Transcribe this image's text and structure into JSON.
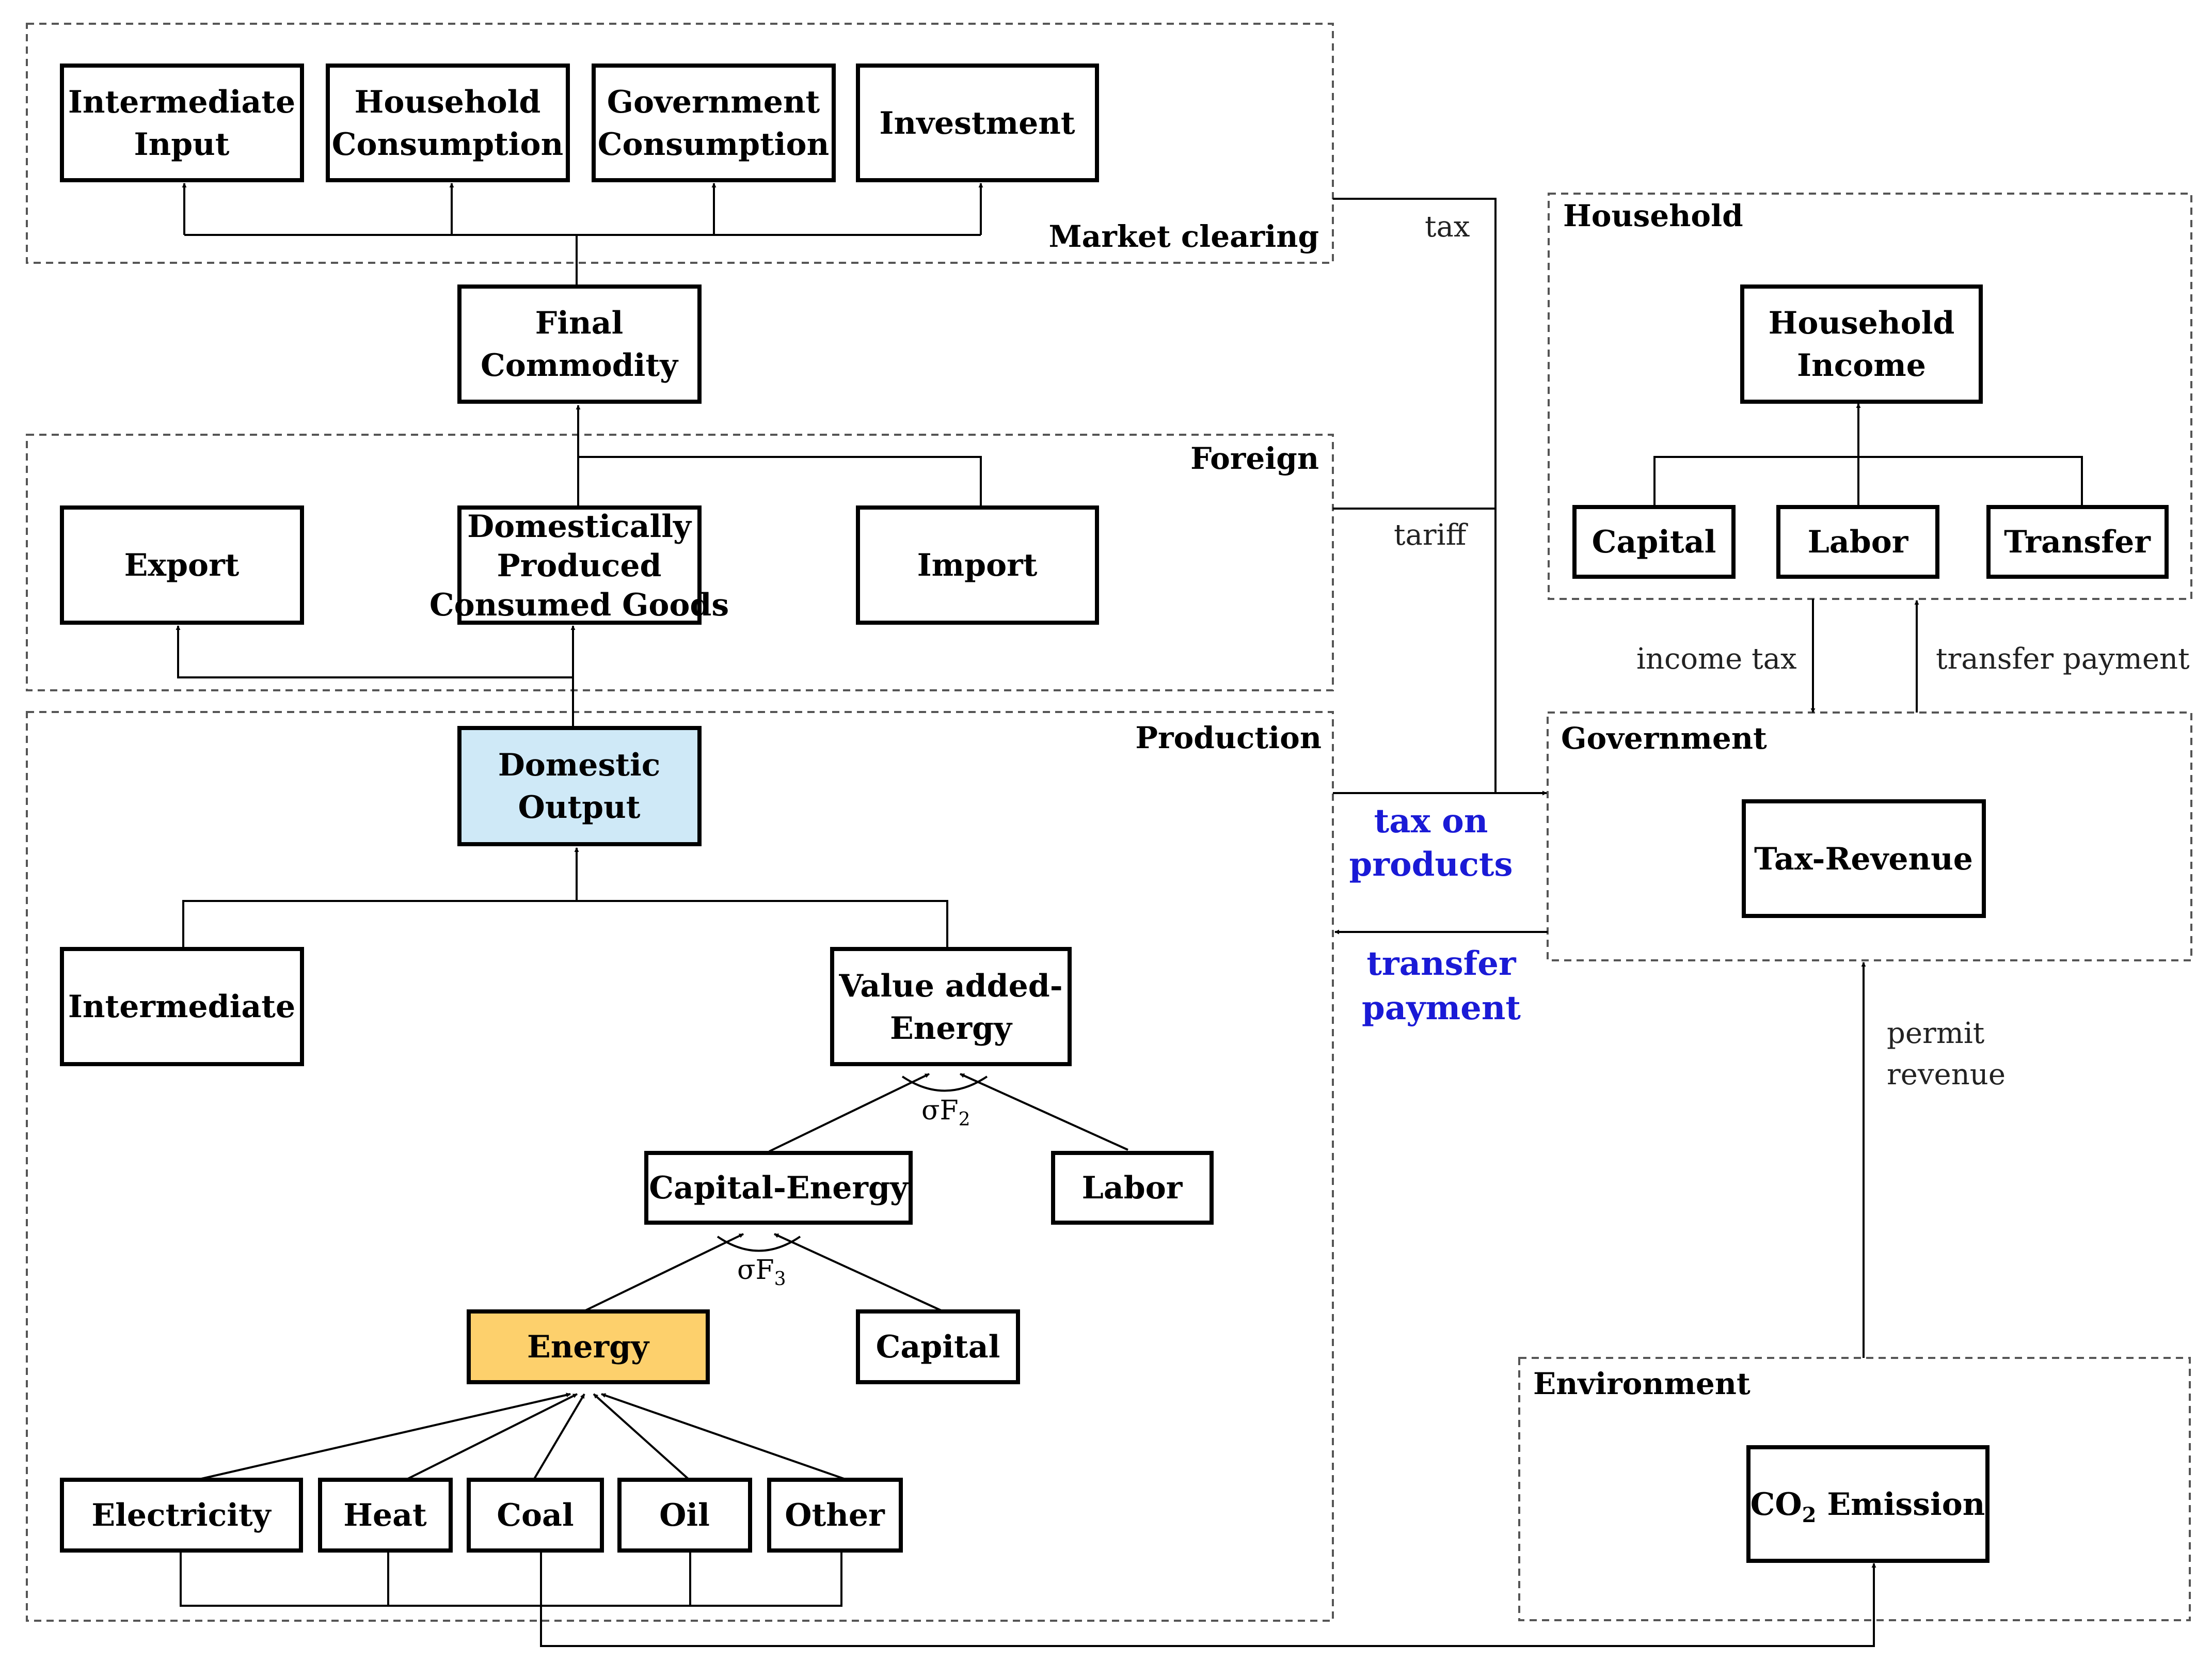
{
  "colors": {
    "domestic_output_fill": "#cfe9f7",
    "energy_fill": "#fdd06c",
    "blue_label": "#1a1ad6",
    "line": "#000000"
  },
  "groups": {
    "market_clearing": "Market clearing",
    "foreign": "Foreign",
    "production": "Production",
    "household": "Household",
    "government": "Government",
    "environment": "Environment"
  },
  "boxes": {
    "intermediate_input": [
      "Intermediate",
      "Input"
    ],
    "household_consumption": [
      "Household",
      "Consumption"
    ],
    "government_consumption": [
      "Government",
      "Consumption"
    ],
    "investment": "Investment",
    "final_commodity": [
      "Final",
      "Commodity"
    ],
    "export": "Export",
    "domestic_goods": [
      "Domestically",
      "Produced",
      "Consumed Goods"
    ],
    "import": "Import",
    "domestic_output": [
      "Domestic",
      "Output"
    ],
    "intermediate": "Intermediate",
    "value_added_energy": [
      "Value added-",
      "Energy"
    ],
    "capital_energy": "Capital-Energy",
    "labor_prod": "Labor",
    "energy": "Energy",
    "capital_prod": "Capital",
    "electricity": "Electricity",
    "heat": "Heat",
    "coal": "Coal",
    "oil": "Oil",
    "other": "Other",
    "household_income": [
      "Household",
      "Income"
    ],
    "capital_hh": "Capital",
    "labor_hh": "Labor",
    "transfer_hh": "Transfer",
    "tax_revenue": "Tax-Revenue",
    "co2_emission": {
      "pre": "CO",
      "sub": "2",
      "post": " Emission"
    }
  },
  "edge_labels": {
    "tax": "tax",
    "tariff": "tariff",
    "income_tax": "income tax",
    "transfer_payment_hh": "transfer payment",
    "tax_on_products": [
      "tax on",
      "products"
    ],
    "transfer_payment_prod": [
      "transfer",
      "payment"
    ],
    "permit_revenue": [
      "permit",
      "revenue"
    ]
  },
  "elasticities": {
    "sigma_f2": {
      "base": "σF",
      "sub": "2"
    },
    "sigma_f3": {
      "base": "σF",
      "sub": "3"
    }
  }
}
